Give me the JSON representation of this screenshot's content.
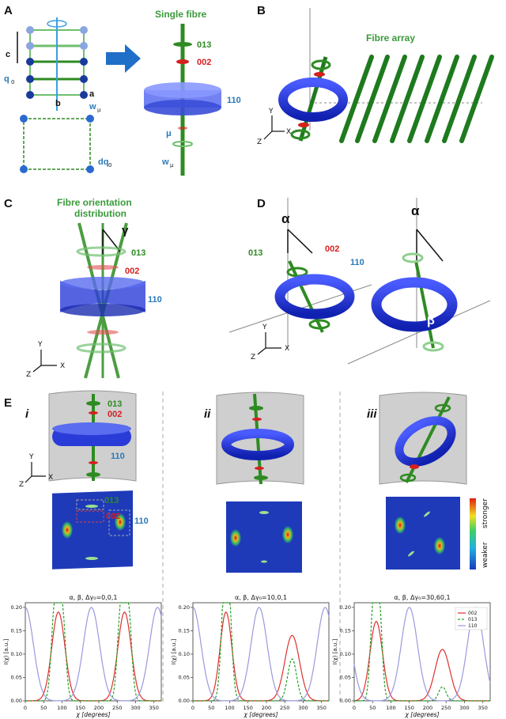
{
  "panels": {
    "A": {
      "letter": "A",
      "single_fibre": "Single fibre",
      "l013": "013",
      "l002": "002",
      "l110": "110",
      "c": "c",
      "a": "a",
      "b": "b",
      "q0": "q",
      "q0_sub": "0",
      "wmu": "w",
      "wmu_sub": "μ",
      "mu": "μ",
      "dq0": "dq",
      "dq0_sub": "0"
    },
    "B": {
      "letter": "B",
      "title": "Fibre array",
      "y": "Y",
      "x": "X",
      "z": "Z"
    },
    "C": {
      "letter": "C",
      "title1": "Fibre orientation",
      "title2": "distribution",
      "gamma": "γ",
      "l013": "013",
      "l002": "002",
      "l110": "110",
      "y": "Y",
      "x": "X",
      "z": "Z"
    },
    "D": {
      "letter": "D",
      "alpha": "α",
      "beta": "β",
      "l013": "013",
      "l002": "002",
      "l110": "110",
      "y": "Y",
      "x": "X",
      "z": "Z"
    },
    "E": {
      "letter": "E",
      "sub": [
        "i",
        "ii",
        "iii"
      ],
      "l013": "013",
      "l002": "002",
      "l110": "110",
      "y": "Y",
      "x": "X",
      "z": "Z",
      "stronger": "stronger",
      "weaker": "weaker"
    }
  },
  "colors": {
    "green": "#2e8b22",
    "red": "#d61f1f",
    "blue": "#2a7ab8",
    "ring": "#1f2fd6",
    "fibre": "#1e7a1e"
  },
  "chart_data": [
    {
      "type": "line",
      "title": "α, β, Δγ₀=0,0,1",
      "xlabel": "χ [degrees]",
      "ylabel": "I(χ) [a.u.]",
      "xlim": [
        0,
        370
      ],
      "ylim": [
        0,
        0.21
      ],
      "xticks": [
        "0",
        "50",
        "100",
        "150",
        "200",
        "250",
        "300",
        "350"
      ],
      "yticks": [
        "0.00",
        "0.05",
        "0.10",
        "0.15",
        "0.20"
      ],
      "series": [
        {
          "name": "002",
          "style": "solid",
          "color": "#e03030",
          "peaks": [
            {
              "c": 90,
              "h": 0.19,
              "w": 18
            },
            {
              "c": 270,
              "h": 0.19,
              "w": 18
            }
          ]
        },
        {
          "name": "013",
          "style": "dashed",
          "color": "#20a020",
          "peaks": [
            {
              "c": 80,
              "h": 0.2,
              "w": 9
            },
            {
              "c": 100,
              "h": 0.2,
              "w": 9
            },
            {
              "c": 260,
              "h": 0.2,
              "w": 9
            },
            {
              "c": 280,
              "h": 0.2,
              "w": 9
            }
          ]
        },
        {
          "name": "110",
          "style": "solid",
          "color": "#9999dd",
          "peaks": [
            {
              "c": 0,
              "h": 0.2,
              "w": 22
            },
            {
              "c": 180,
              "h": 0.2,
              "w": 22
            },
            {
              "c": 360,
              "h": 0.2,
              "w": 22
            }
          ]
        }
      ]
    },
    {
      "type": "line",
      "title": "α, β, Δγ₀=10,0,1",
      "xlabel": "χ [degrees]",
      "ylabel": "I(χ) [a.u.]",
      "xlim": [
        0,
        370
      ],
      "ylim": [
        0,
        0.21
      ],
      "xticks": [
        "0",
        "50",
        "100",
        "150",
        "200",
        "250",
        "300",
        "350"
      ],
      "yticks": [
        "0.00",
        "0.05",
        "0.10",
        "0.15",
        "0.20"
      ],
      "series": [
        {
          "name": "002",
          "style": "solid",
          "color": "#e03030",
          "peaks": [
            {
              "c": 90,
              "h": 0.19,
              "w": 16
            },
            {
              "c": 270,
              "h": 0.14,
              "w": 20
            }
          ]
        },
        {
          "name": "013",
          "style": "dashed",
          "color": "#20a020",
          "peaks": [
            {
              "c": 85,
              "h": 0.19,
              "w": 9
            },
            {
              "c": 97,
              "h": 0.2,
              "w": 9
            },
            {
              "c": 270,
              "h": 0.09,
              "w": 12
            }
          ]
        },
        {
          "name": "110",
          "style": "solid",
          "color": "#9999dd",
          "peaks": [
            {
              "c": 0,
              "h": 0.2,
              "w": 22
            },
            {
              "c": 180,
              "h": 0.2,
              "w": 22
            },
            {
              "c": 360,
              "h": 0.2,
              "w": 22
            }
          ]
        }
      ]
    },
    {
      "type": "line",
      "title": "α, β, Δγ₀=30,60,1",
      "xlabel": "χ [degrees]",
      "ylabel": "I(χ) [a.u.]",
      "xlim": [
        0,
        370
      ],
      "ylim": [
        0,
        0.21
      ],
      "xticks": [
        "0",
        "50",
        "100",
        "150",
        "200",
        "250",
        "300",
        "350"
      ],
      "yticks": [
        "0.00",
        "0.05",
        "0.10",
        "0.15",
        "0.20"
      ],
      "legend": {
        "position": "top-right",
        "entries": [
          "002",
          "013",
          "110"
        ]
      },
      "series": [
        {
          "name": "002",
          "style": "solid",
          "color": "#e03030",
          "peaks": [
            {
              "c": 60,
              "h": 0.17,
              "w": 17
            },
            {
              "c": 240,
              "h": 0.11,
              "w": 20
            }
          ]
        },
        {
          "name": "013",
          "style": "dashed",
          "color": "#20a020",
          "peaks": [
            {
              "c": 52,
              "h": 0.2,
              "w": 8
            },
            {
              "c": 68,
              "h": 0.2,
              "w": 8
            },
            {
              "c": 240,
              "h": 0.03,
              "w": 10
            }
          ]
        },
        {
          "name": "110",
          "style": "solid",
          "color": "#9999dd",
          "peaks": [
            {
              "c": -30,
              "h": 0.2,
              "w": 22
            },
            {
              "c": 150,
              "h": 0.2,
              "w": 22
            },
            {
              "c": 330,
              "h": 0.2,
              "w": 22
            }
          ]
        }
      ]
    }
  ]
}
